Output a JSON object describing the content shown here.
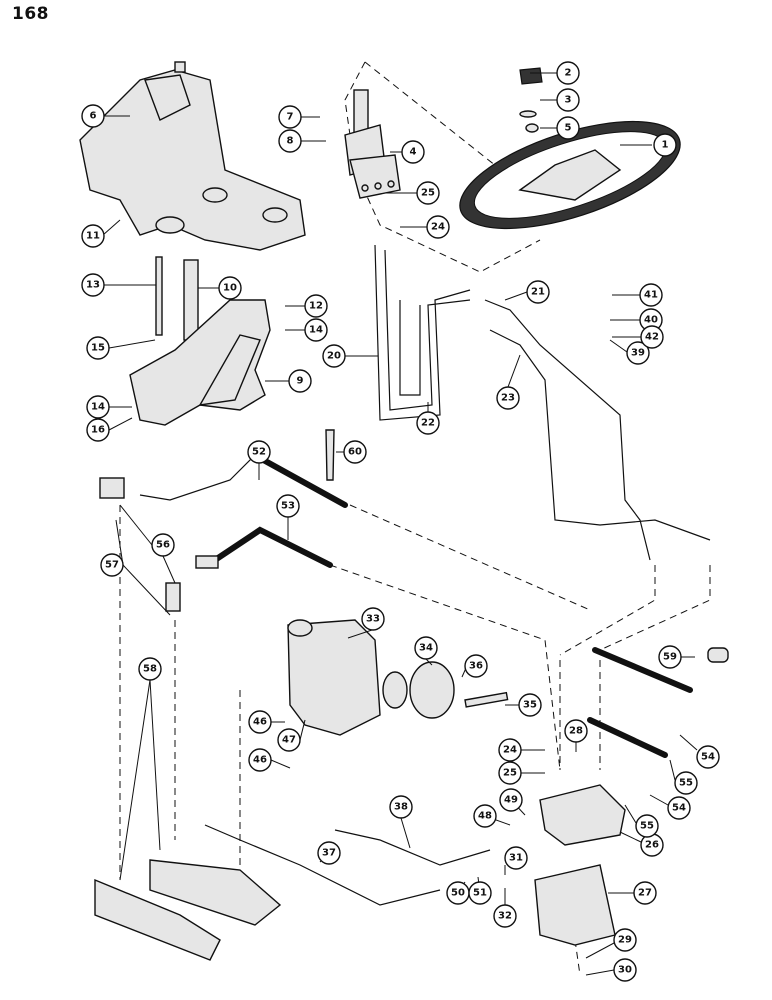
{
  "page_number": "168",
  "callouts": [
    "1",
    "2",
    "3",
    "4",
    "5",
    "6",
    "7",
    "8",
    "9",
    "10",
    "11",
    "12",
    "13",
    "14",
    "14",
    "15",
    "16",
    "20",
    "21",
    "22",
    "23",
    "24",
    "24",
    "25",
    "25",
    "26",
    "27",
    "28",
    "29",
    "30",
    "31",
    "32",
    "33",
    "34",
    "35",
    "36",
    "37",
    "38",
    "39",
    "40",
    "41",
    "42",
    "46",
    "46",
    "47",
    "48",
    "49",
    "50",
    "51",
    "52",
    "53",
    "54",
    "54",
    "55",
    "55",
    "56",
    "57",
    "58",
    "59",
    "60"
  ]
}
